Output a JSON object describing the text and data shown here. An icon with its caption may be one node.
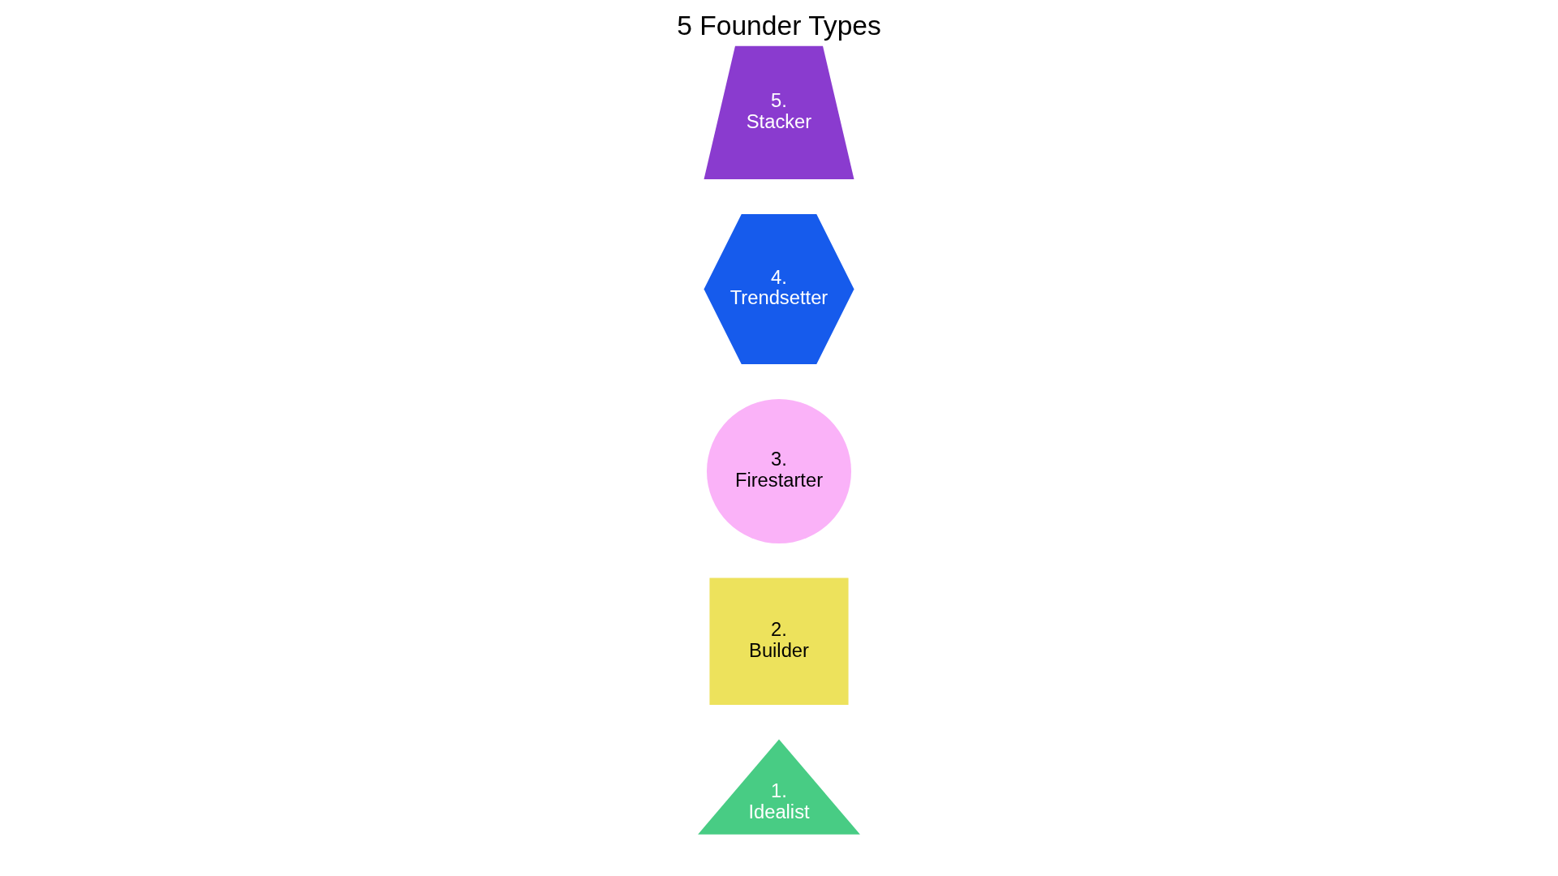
{
  "diagram": {
    "title": "5 Founder Types",
    "nodes": [
      {
        "text": [
          "1.",
          "Idealist"
        ]
      },
      {
        "text": [
          "2.",
          "Builder"
        ]
      },
      {
        "text": [
          "3.",
          "Firestarter"
        ]
      },
      {
        "text": [
          "4.",
          "Trendsetter"
        ]
      },
      {
        "text": [
          "5.",
          "Stacker"
        ]
      }
    ]
  }
}
